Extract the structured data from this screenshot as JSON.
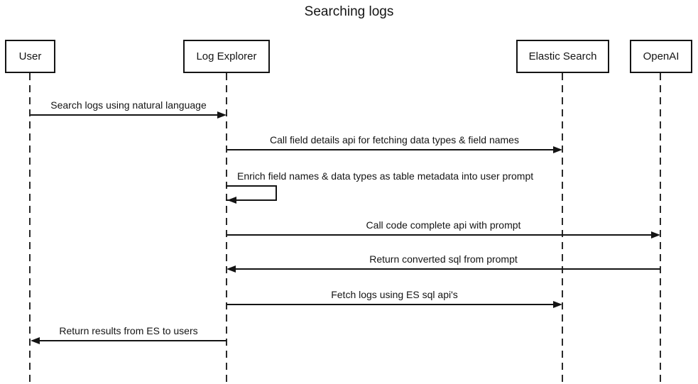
{
  "diagram": {
    "type": "sequence-diagram",
    "title": "Searching logs",
    "colors": {
      "line": "#141414",
      "text": "#141414",
      "background": "#ffffff"
    }
  },
  "actors": [
    {
      "id": "user",
      "label": "User"
    },
    {
      "id": "log-explorer",
      "label": "Log Explorer"
    },
    {
      "id": "elastic-search",
      "label": "Elastic Search"
    },
    {
      "id": "openai",
      "label": "OpenAI"
    }
  ],
  "messages": [
    {
      "from": "User",
      "to": "Log Explorer",
      "direction": "right",
      "style": "solid-arrow",
      "label": "Search logs using natural language"
    },
    {
      "from": "Log Explorer",
      "to": "Elastic Search",
      "direction": "right",
      "style": "solid-arrow",
      "label": "Call field details api for fetching data types & field names"
    },
    {
      "from": "Log Explorer",
      "to": "Log Explorer",
      "direction": "self",
      "style": "self-loop-arrow",
      "label": "Enrich field names & data types as table metadata into user prompt"
    },
    {
      "from": "Log Explorer",
      "to": "OpenAI",
      "direction": "right",
      "style": "solid-arrow",
      "label": "Call code complete api with prompt"
    },
    {
      "from": "OpenAI",
      "to": "Log Explorer",
      "direction": "left",
      "style": "solid-arrow",
      "label": "Return converted sql from prompt"
    },
    {
      "from": "Log Explorer",
      "to": "Elastic Search",
      "direction": "right",
      "style": "solid-arrow",
      "label": "Fetch logs using ES sql api's"
    },
    {
      "from": "Log Explorer",
      "to": "User",
      "direction": "left",
      "style": "solid-arrow",
      "label": "Return results from ES to users"
    }
  ]
}
